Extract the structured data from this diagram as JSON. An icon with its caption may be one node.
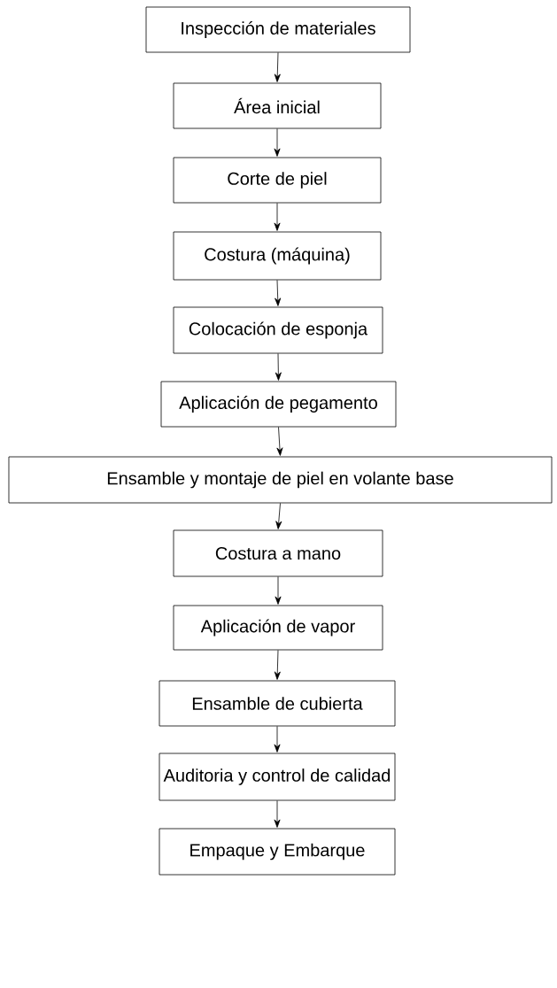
{
  "diagram": {
    "nodes": [
      {
        "text": [
          "Inspección de materiales"
        ]
      },
      {
        "text": [
          "Área inicial"
        ]
      },
      {
        "text": [
          "Corte de piel"
        ]
      },
      {
        "text": [
          "Costura (máquina)"
        ]
      },
      {
        "text": [
          "Colocación de esponja"
        ]
      },
      {
        "text": [
          "Aplicación de pegamento"
        ]
      },
      {
        "text": [
          "Ensamble y montaje de piel en volante base"
        ]
      },
      {
        "text": [
          "Costura a mano"
        ]
      },
      {
        "text": [
          "Aplicación de vapor"
        ]
      },
      {
        "text": [
          "Ensamble de cubierta"
        ]
      },
      {
        "text": [
          "Auditoria y control de calidad"
        ]
      },
      {
        "text": [
          "Empaque y Embarque"
        ]
      }
    ],
    "edges": [
      {
        "from": 0,
        "to": 1,
        "arrow": "to"
      },
      {
        "from": 1,
        "to": 2,
        "arrow": "to"
      },
      {
        "from": 2,
        "to": 3,
        "arrow": "to"
      },
      {
        "from": 3,
        "to": 4,
        "arrow": "to"
      },
      {
        "from": 4,
        "to": 5,
        "arrow": "to"
      },
      {
        "from": 5,
        "to": 6,
        "arrow": "to"
      },
      {
        "from": 6,
        "to": 7,
        "arrow": "to"
      },
      {
        "from": 7,
        "to": 8,
        "arrow": "to"
      },
      {
        "from": 8,
        "to": 9,
        "arrow": "to"
      },
      {
        "from": 9,
        "to": 10,
        "arrow": "to"
      },
      {
        "from": 10,
        "to": 11,
        "arrow": "to"
      }
    ]
  }
}
